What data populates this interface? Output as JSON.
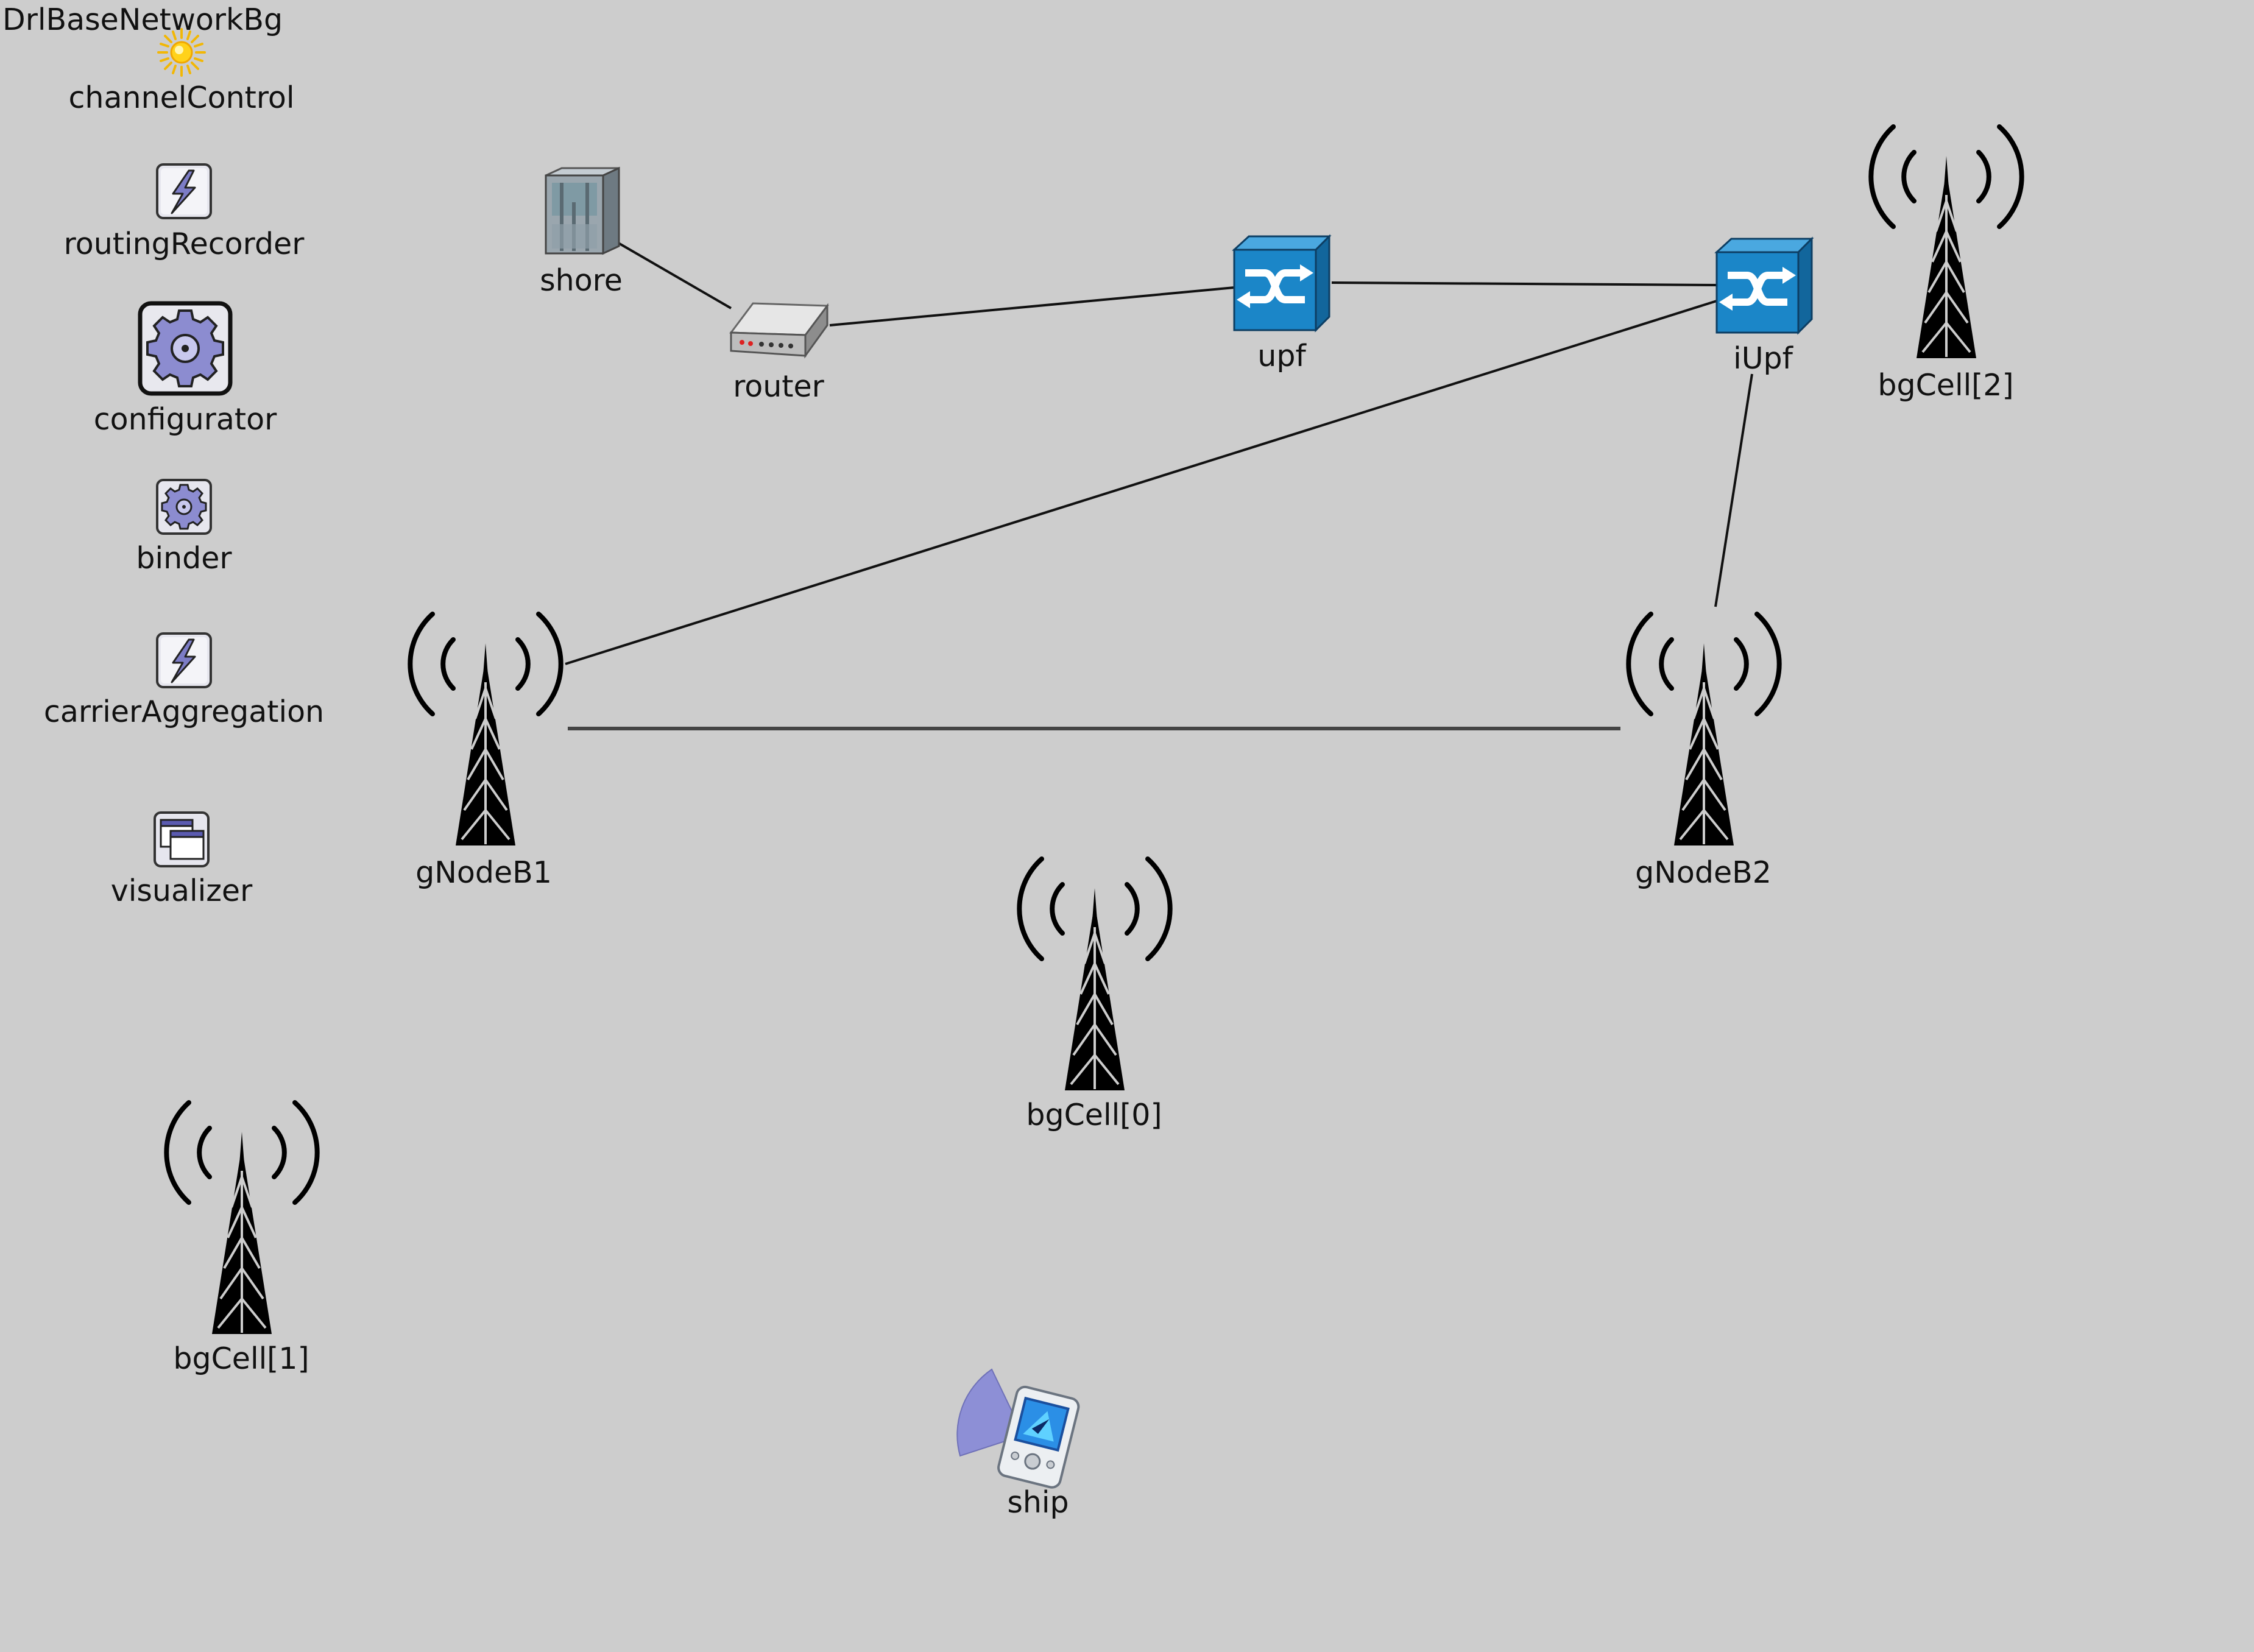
{
  "network": {
    "title": "DrlBaseNetworkBg"
  },
  "modules": {
    "channelControl": {
      "label": "channelControl",
      "icon": "sun-icon"
    },
    "routingRecorder": {
      "label": "routingRecorder",
      "icon": "lightning-icon"
    },
    "configurator": {
      "label": "configurator",
      "icon": "gear-icon"
    },
    "binder": {
      "label": "binder",
      "icon": "gear-icon"
    },
    "carrierAggregation": {
      "label": "carrierAggregation",
      "icon": "lightning-icon"
    },
    "visualizer": {
      "label": "visualizer",
      "icon": "windows-icon"
    }
  },
  "nodes": {
    "shore": {
      "label": "shore",
      "icon": "server-icon"
    },
    "router": {
      "label": "router",
      "icon": "router-icon"
    },
    "upf": {
      "label": "upf",
      "icon": "switch-icon"
    },
    "iUpf": {
      "label": "iUpf",
      "icon": "switch-icon"
    },
    "gNodeB1": {
      "label": "gNodeB1",
      "icon": "antenna-tower-icon"
    },
    "gNodeB2": {
      "label": "gNodeB2",
      "icon": "antenna-tower-icon"
    },
    "bgCell0": {
      "label": "bgCell[0]",
      "icon": "antenna-tower-icon"
    },
    "bgCell1": {
      "label": "bgCell[1]",
      "icon": "antenna-tower-icon"
    },
    "bgCell2": {
      "label": "bgCell[2]",
      "icon": "antenna-tower-icon"
    },
    "ship": {
      "label": "ship",
      "icon": "pda-icon"
    }
  },
  "colors": {
    "canvas": "#cdcdcd",
    "switch": "#1b86c8",
    "link": "#111111",
    "x2_link": "#444444",
    "ship_sector": "#8d8fd6"
  }
}
